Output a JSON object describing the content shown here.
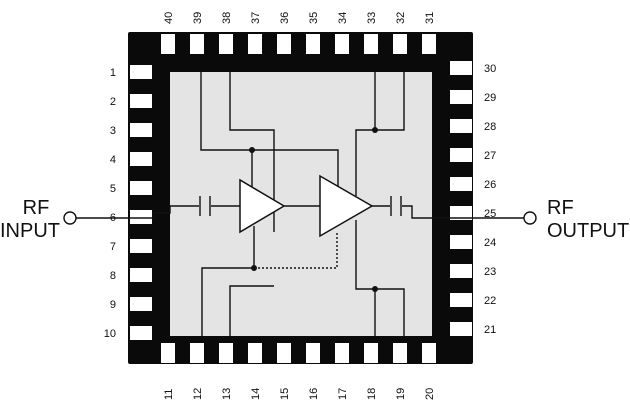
{
  "colors": {
    "package": "#0a0a0a",
    "die": "#e4e4e4",
    "pad": "#ffffff",
    "wire": "#111111"
  },
  "pins": {
    "left": [
      "1",
      "2",
      "3",
      "4",
      "5",
      "6",
      "7",
      "8",
      "9",
      "10"
    ],
    "bottom": [
      "11",
      "12",
      "13",
      "14",
      "15",
      "16",
      "17",
      "18",
      "19",
      "20"
    ],
    "right": [
      "21",
      "22",
      "23",
      "24",
      "25",
      "26",
      "27",
      "28",
      "29",
      "30"
    ],
    "top": [
      "31",
      "32",
      "33",
      "34",
      "35",
      "36",
      "37",
      "38",
      "39",
      "40"
    ]
  },
  "ports": {
    "input": {
      "line1": "RF",
      "line2": "INPUT"
    },
    "output": {
      "line1": "RF",
      "line2": "OUTPUT"
    }
  },
  "components": [
    {
      "type": "amplifier",
      "stage": 1
    },
    {
      "type": "amplifier",
      "stage": 2
    },
    {
      "type": "capacitor",
      "role": "input-dc-block"
    },
    {
      "type": "capacitor",
      "role": "interstage-output-dc-block"
    }
  ]
}
